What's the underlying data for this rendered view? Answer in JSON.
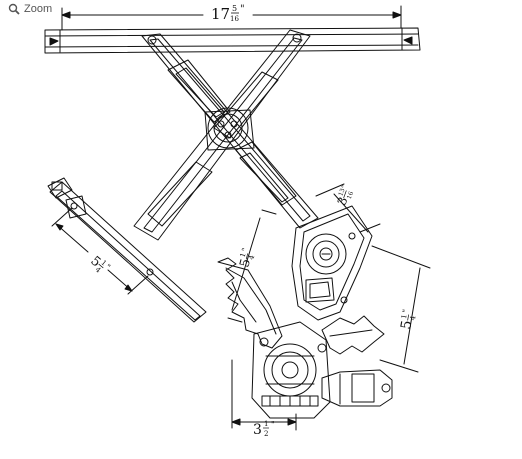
{
  "toolbar": {
    "zoom_label": "Zoom",
    "zoom_icon": "magnifier-icon"
  },
  "diagram": {
    "subject": "power window regulator with motor",
    "dimensions": {
      "overall_rail_length": {
        "whole": "17",
        "num": "5",
        "den": "16",
        "unit": "\""
      },
      "lower_rail_length": {
        "whole": "5",
        "num": "1",
        "den": "4",
        "unit": "\""
      },
      "sector_arm_length": {
        "whole": "5",
        "num": "1",
        "den": "4",
        "unit": "\""
      },
      "drum_offset": {
        "whole": "3",
        "num": "13",
        "den": "16",
        "unit": "\""
      },
      "sector_height": {
        "whole": "5",
        "num": "1",
        "den": "4",
        "unit": "\""
      },
      "motor_width": {
        "whole": "3",
        "num": "1",
        "den": "2",
        "unit": "\""
      }
    }
  },
  "colors": {
    "line": "#111111",
    "background": "#ffffff",
    "toolbar_text": "#555555"
  }
}
